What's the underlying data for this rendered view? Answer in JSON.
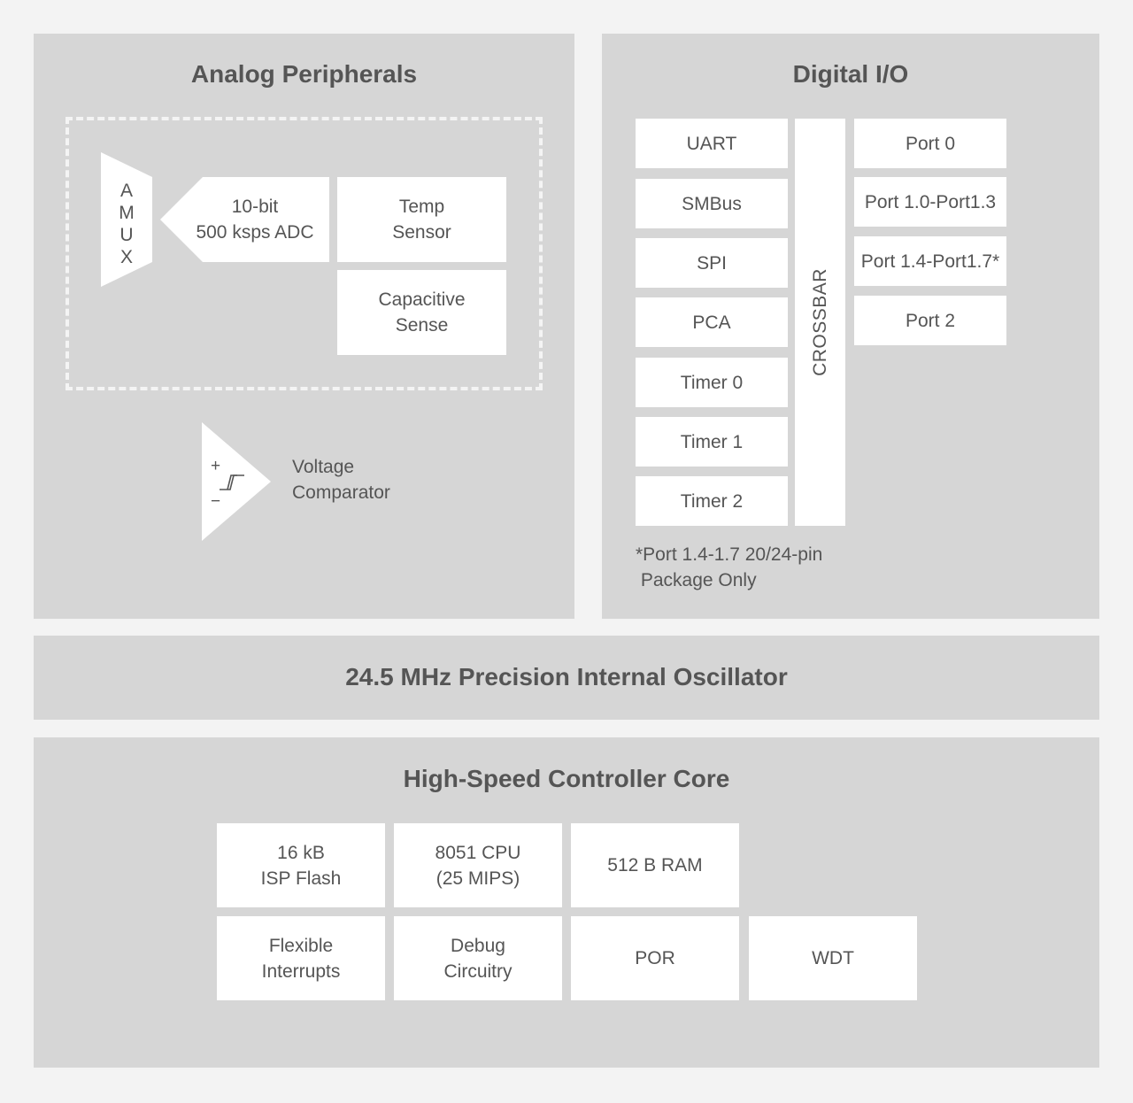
{
  "analog": {
    "title": "Analog Peripherals",
    "amux": "AMUX",
    "adc": "10-bit\n500 ksps ADC",
    "temp_sensor": "Temp\nSensor",
    "capacitive_sense": "Capacitive\nSense",
    "comparator": {
      "plus": "+",
      "minus": "−",
      "label": "Voltage\nComparator"
    }
  },
  "digital": {
    "title": "Digital I/O",
    "peripherals": [
      "UART",
      "SMBus",
      "SPI",
      "PCA",
      "Timer 0",
      "Timer 1",
      "Timer 2"
    ],
    "crossbar": "CROSSBAR",
    "ports": [
      "Port 0",
      "Port 1.0-Port1.3",
      "Port 1.4-Port1.7*",
      "Port 2"
    ],
    "footnote": "*Port 1.4-1.7 20/24-pin\n Package Only"
  },
  "oscillator": {
    "title": "24.5 MHz Precision Internal Oscillator"
  },
  "core": {
    "title": "High-Speed Controller Core",
    "flash": "16 kB\nISP Flash",
    "cpu": "8051 CPU\n(25 MIPS)",
    "ram": "512 B RAM",
    "interrupts": "Flexible\nInterrupts",
    "debug": "Debug\nCircuitry",
    "por": "POR",
    "wdt": "WDT"
  },
  "colors": {
    "background": "#f3f3f3",
    "panel": "#d6d6d6",
    "block": "#ffffff",
    "text": "#555555"
  }
}
